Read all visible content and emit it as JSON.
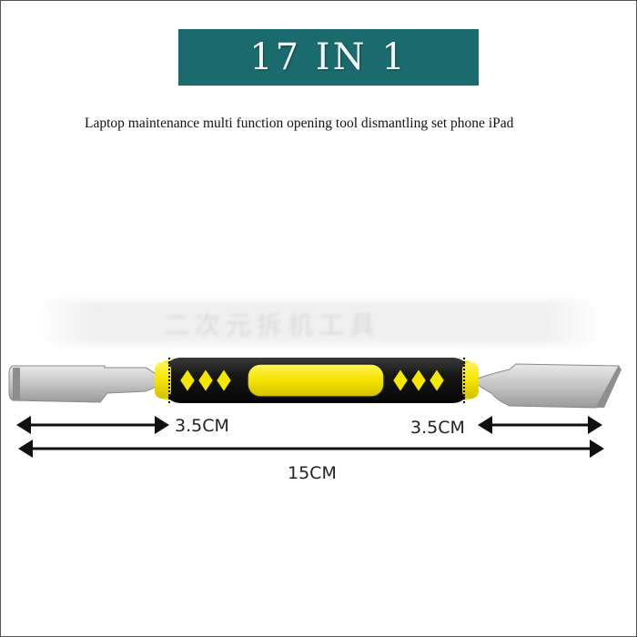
{
  "title": "17 IN 1",
  "subtitle": "Laptop maintenance multi function opening tool dismantling set phone iPad",
  "watermark": "二次元拆机工具",
  "dimensions": {
    "left_tip": "3.5CM",
    "right_tip": "3.5CM",
    "total_length": "15CM"
  },
  "colors": {
    "title_bg": "#1b6b6e",
    "handle_black": "#1a1a1a",
    "handle_yellow": "#f5e600",
    "blade_steel": "#cfcfcf"
  }
}
